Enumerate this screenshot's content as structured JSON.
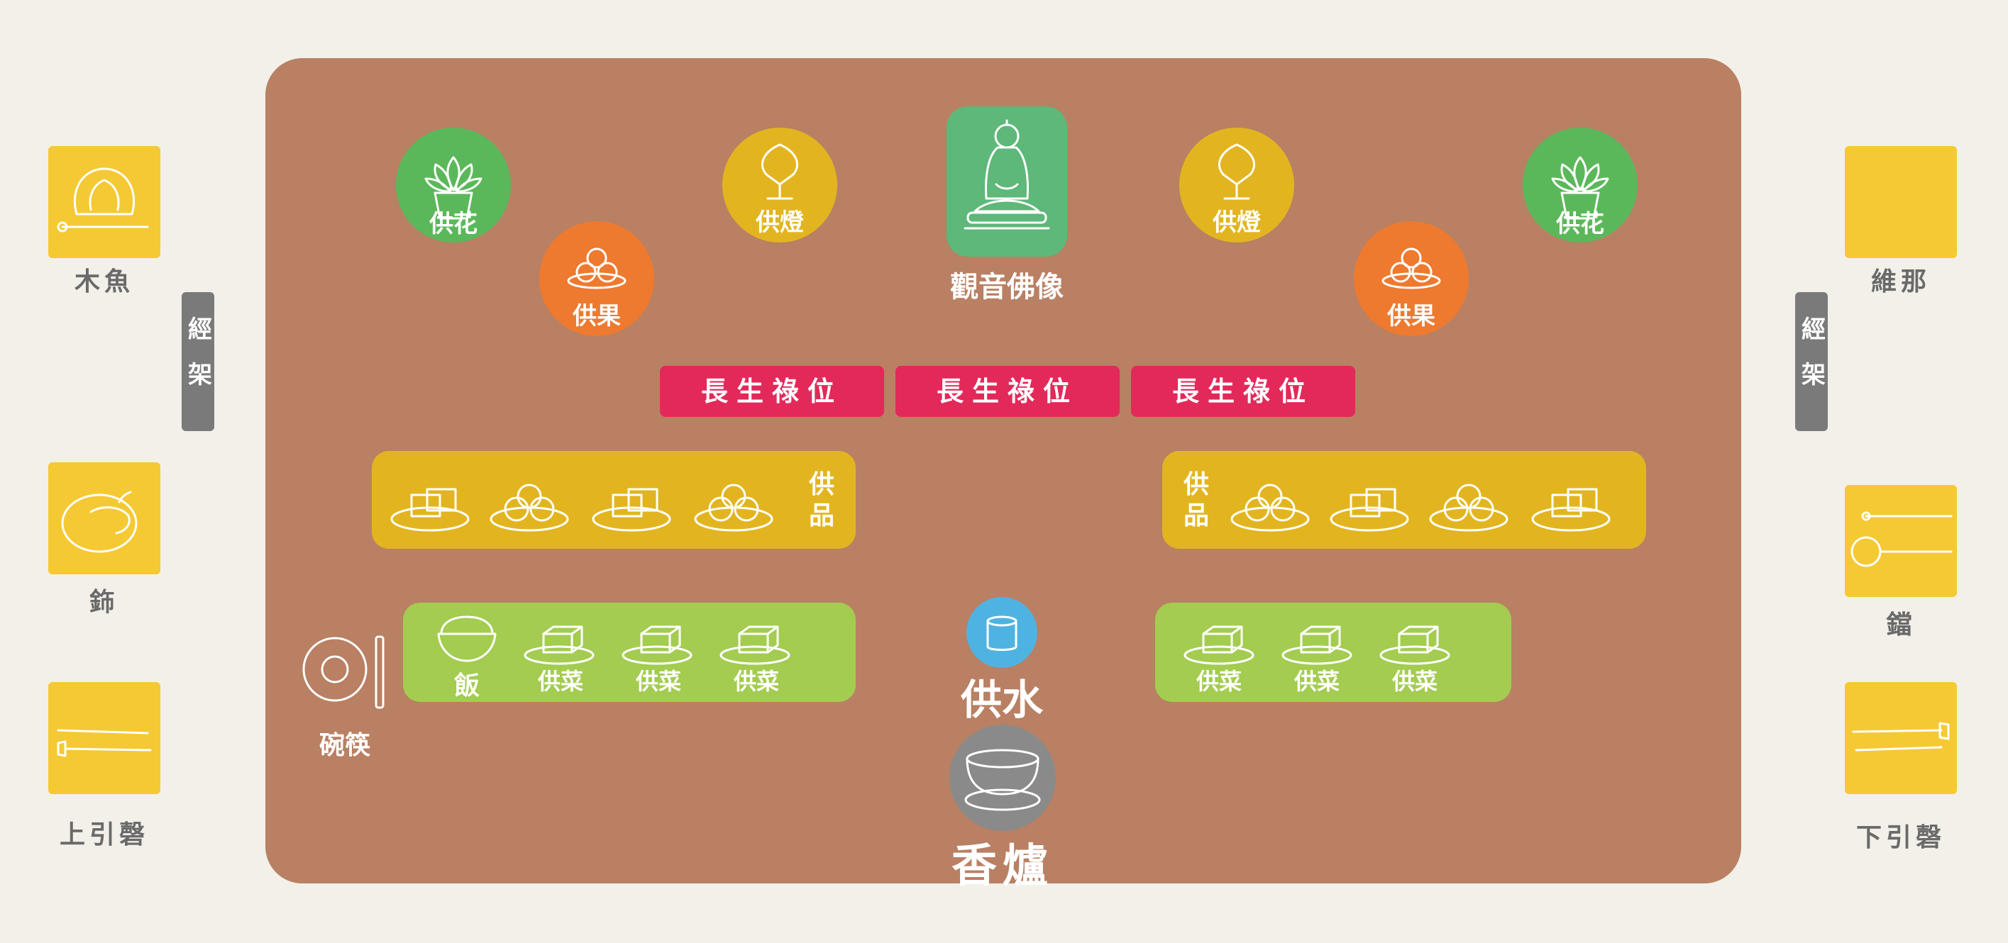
{
  "colors": {
    "background": "#f2f0e9",
    "altar": "#b98063",
    "flower": "#5bb85a",
    "lamp": "#e2b520",
    "fruit": "#ee7a2f",
    "statue": "#5db879",
    "plaque": "#e3295a",
    "offering_tray": "#e2b520",
    "vegetable_tray": "#a3cc50",
    "water": "#4fb3e1",
    "incense": "#8a8a8a",
    "instrument": "#f5c933",
    "sutra_stand": "#7a7a7a"
  },
  "altar": {
    "statue_label": "觀音佛像",
    "flower_left": "供花",
    "flower_right": "供花",
    "lamp_left": "供燈",
    "lamp_right": "供燈",
    "fruit_left": "供果",
    "fruit_right": "供果",
    "plaques": [
      "長生祿位",
      "長生祿位",
      "長生祿位"
    ],
    "offerings_left_label": "供品",
    "offerings_right_label": "供品",
    "rice_label": "飯",
    "dishes_left": [
      "供菜",
      "供菜",
      "供菜"
    ],
    "dishes_right": [
      "供菜",
      "供菜",
      "供菜"
    ],
    "bowl_chopsticks_label": "碗筷",
    "water_label": "供水",
    "incense_label": "香爐"
  },
  "left_side": {
    "wooden_fish": "木魚",
    "sutra_stand": "經架",
    "cymbal": "鉓",
    "upper_bell": "上引磬"
  },
  "right_side": {
    "weina": "維那",
    "sutra_stand": "經架",
    "bell": "鐺",
    "lower_bell": "下引磬"
  }
}
